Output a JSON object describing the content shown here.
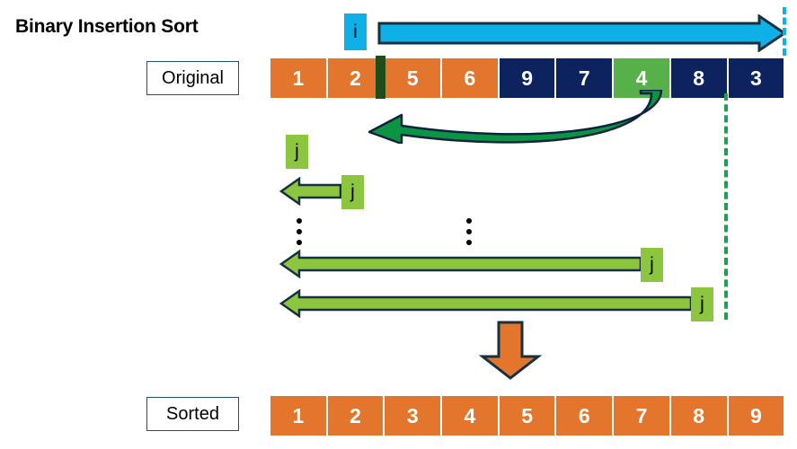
{
  "title": "Binary Insertion Sort",
  "labels": {
    "original": "Original",
    "sorted": "Sorted"
  },
  "markers": {
    "i": "i",
    "j": "j"
  },
  "colors": {
    "orange": "#e3762c",
    "navy": "#0d2360",
    "green_cell": "#57b04a",
    "blue_marker": "#0fb0e8",
    "green_marker": "#8cc63e",
    "dark_green": "#1f4d17",
    "outline": "#17303f",
    "dashed_green": "#1f9e54"
  },
  "original_array": [
    {
      "value": "1",
      "color": "orange"
    },
    {
      "value": "2",
      "color": "orange"
    },
    {
      "value": "5",
      "color": "orange"
    },
    {
      "value": "6",
      "color": "orange"
    },
    {
      "value": "9",
      "color": "navy"
    },
    {
      "value": "7",
      "color": "navy"
    },
    {
      "value": "4",
      "color": "green"
    },
    {
      "value": "8",
      "color": "navy"
    },
    {
      "value": "3",
      "color": "navy"
    }
  ],
  "sorted_array": [
    {
      "value": "1",
      "color": "orange"
    },
    {
      "value": "2",
      "color": "orange"
    },
    {
      "value": "3",
      "color": "orange"
    },
    {
      "value": "4",
      "color": "orange"
    },
    {
      "value": "5",
      "color": "orange"
    },
    {
      "value": "6",
      "color": "orange"
    },
    {
      "value": "7",
      "color": "orange"
    },
    {
      "value": "8",
      "color": "orange"
    },
    {
      "value": "9",
      "color": "orange"
    }
  ],
  "j_labels": [
    "j",
    "j",
    "j",
    "j"
  ],
  "icons": {
    "i_arrow": "right-arrow-icon",
    "insert_curve": "curved-insert-arrow-icon",
    "j_arrow": "left-arrow-icon",
    "transform": "down-arrow-icon",
    "ellipsis": "vertical-ellipsis-icon",
    "slot": "insertion-slot-marker-icon",
    "i_boundary": "dashed-boundary-line-icon",
    "j_boundary": "dashed-boundary-line-icon"
  }
}
